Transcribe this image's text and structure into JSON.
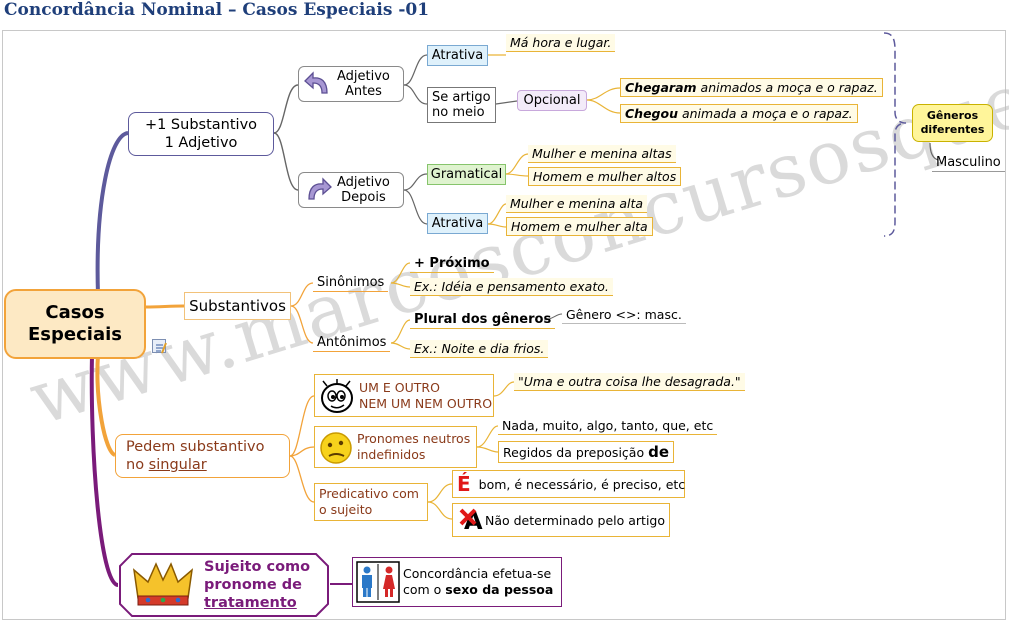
{
  "title": "Concordância Nominal – Casos Especiais -01",
  "watermark": "www.marcosconcursosquestoes.com.br/",
  "root": {
    "line1": "Casos",
    "line2": "Especiais",
    "note_icon": "note-icon"
  },
  "substantivo_adjetivo": {
    "line1": "+1 Substantivo",
    "line2": "1 Adjetivo"
  },
  "adjetivo_antes": {
    "line1": "Adjetivo",
    "line2": "Antes"
  },
  "adjetivo_depois": {
    "line1": "Adjetivo",
    "line2": "Depois"
  },
  "atrativa_1": "Atrativa",
  "ma_hora": "Má hora e lugar.",
  "se_artigo": {
    "line1": "Se artigo",
    "line2": "no meio"
  },
  "opcional": "Opcional",
  "chegaram": {
    "bold": "Chegaram",
    "rest": " animados a moça e o rapaz."
  },
  "chegou": {
    "bold": "Chegou",
    "rest": " animada a moça e o rapaz."
  },
  "generos": {
    "line1": "Gêneros",
    "line2": "diferentes"
  },
  "masculino": "Masculino",
  "gramatical": "Gramatical",
  "mulher_menina_altas": "Mulher e menina altas",
  "homem_mulher_altos": "Homem e mulher altos",
  "atrativa_2": "Atrativa",
  "mulher_menina_alta": "Mulher e menina alta",
  "homem_mulher_alta": "Homem e mulher alta",
  "substantivos": "Substantivos",
  "sinonimos": "Sinônimos",
  "mais_proximo": "+ Próximo",
  "ex_ideia": "Ex.: Idéia e pensamento exato.",
  "antonimos": "Antônimos",
  "plural_generos": "Plural dos gêneros",
  "genero_masc": "Gênero <>: masc.",
  "ex_noite": "Ex.: Noite e dia frios.",
  "pedem": {
    "line1": "Pedem substantivo",
    "line2_plain": "no ",
    "line2_under": "singular"
  },
  "um_e_outro": {
    "line1": "UM E OUTRO",
    "line2": "NEM UM NEM OUTRO"
  },
  "uma_outra": "\"Uma e outra coisa lhe desagrada.\"",
  "pronomes": {
    "line1": "Pronomes neutros",
    "line2": "indefinidos"
  },
  "nada_muito": "Nada, muito, algo, tanto, que, etc",
  "regidos": {
    "text": "Regidos da preposição ",
    "bold": "de"
  },
  "predicativo": {
    "line1": "Predicativo com",
    "line2": "o sujeito"
  },
  "e_letter": "É",
  "bom_necessario": "bom, é necessário, é preciso, etc",
  "a_letter": "A",
  "nao_determinado": "Não determinado pelo artigo",
  "sujeito": {
    "line1": "Sujeito como",
    "line2": "pronome de",
    "line3": "tratamento"
  },
  "concordancia": {
    "line1": "Concordância efetua-se",
    "line2_plain": "com o ",
    "line2_bold": "sexo da pessoa"
  },
  "colors": {
    "title": "#1f3f7a",
    "branch_blue": "#5d5a9c",
    "branch_orange": "#f2a33a",
    "branch_purple": "#7a1b7a",
    "underline_gold": "#e9b437",
    "yellow_node": "#fff59a"
  }
}
